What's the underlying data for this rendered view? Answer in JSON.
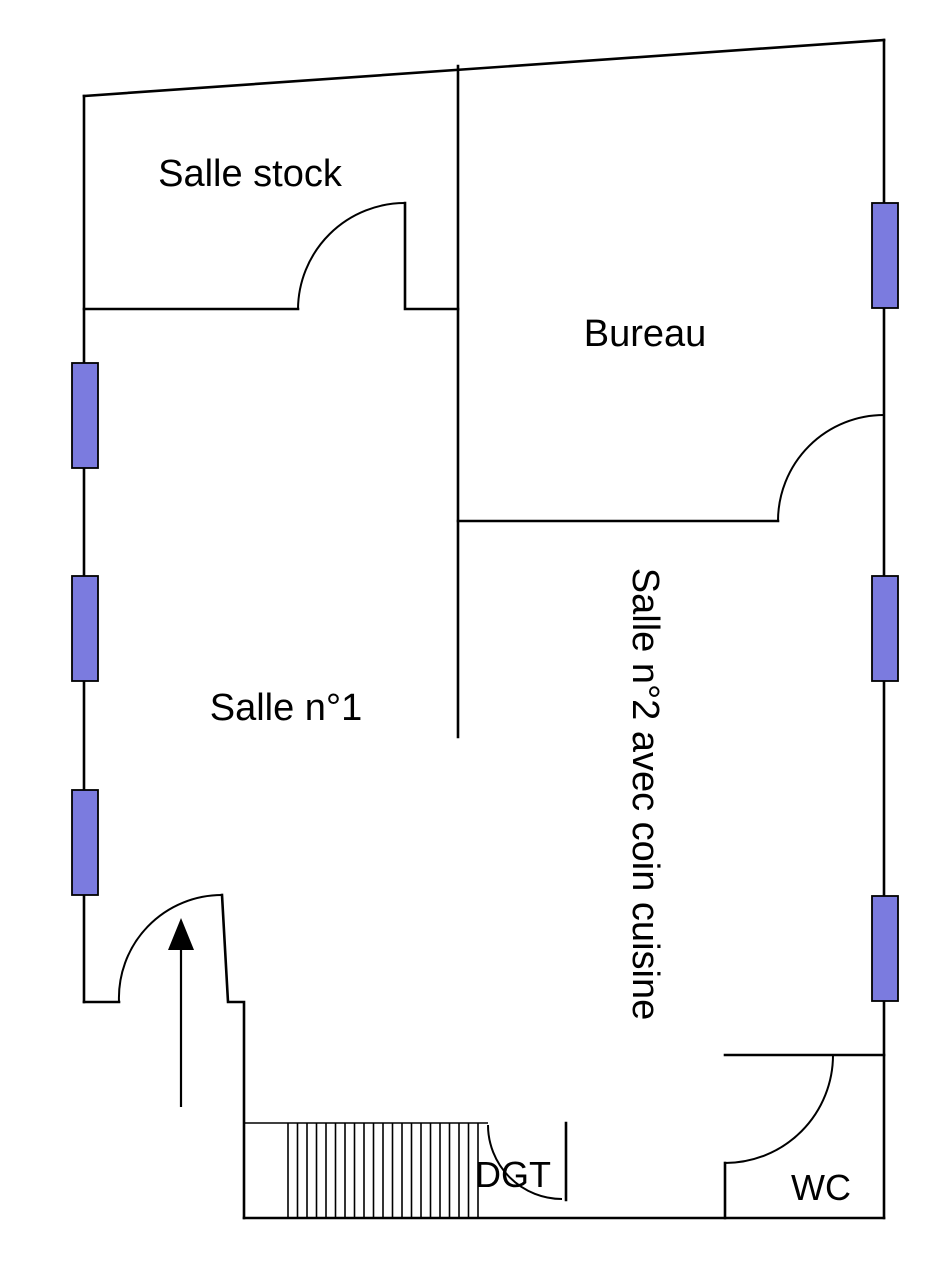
{
  "plan": {
    "rooms": [
      {
        "id": "salle-stock",
        "label": "Salle stock"
      },
      {
        "id": "bureau",
        "label": "Bureau"
      },
      {
        "id": "salle-1",
        "label": "Salle n°1"
      },
      {
        "id": "salle-2",
        "label": "Salle n°2 avec coin cuisine"
      },
      {
        "id": "dgt",
        "label": "DGT"
      },
      {
        "id": "wc",
        "label": "WC"
      }
    ],
    "colors": {
      "wall": "#000000",
      "window": "#7b7bdf",
      "background": "#ffffff"
    },
    "icons": {
      "entrance": "entrance-arrow-icon"
    }
  }
}
